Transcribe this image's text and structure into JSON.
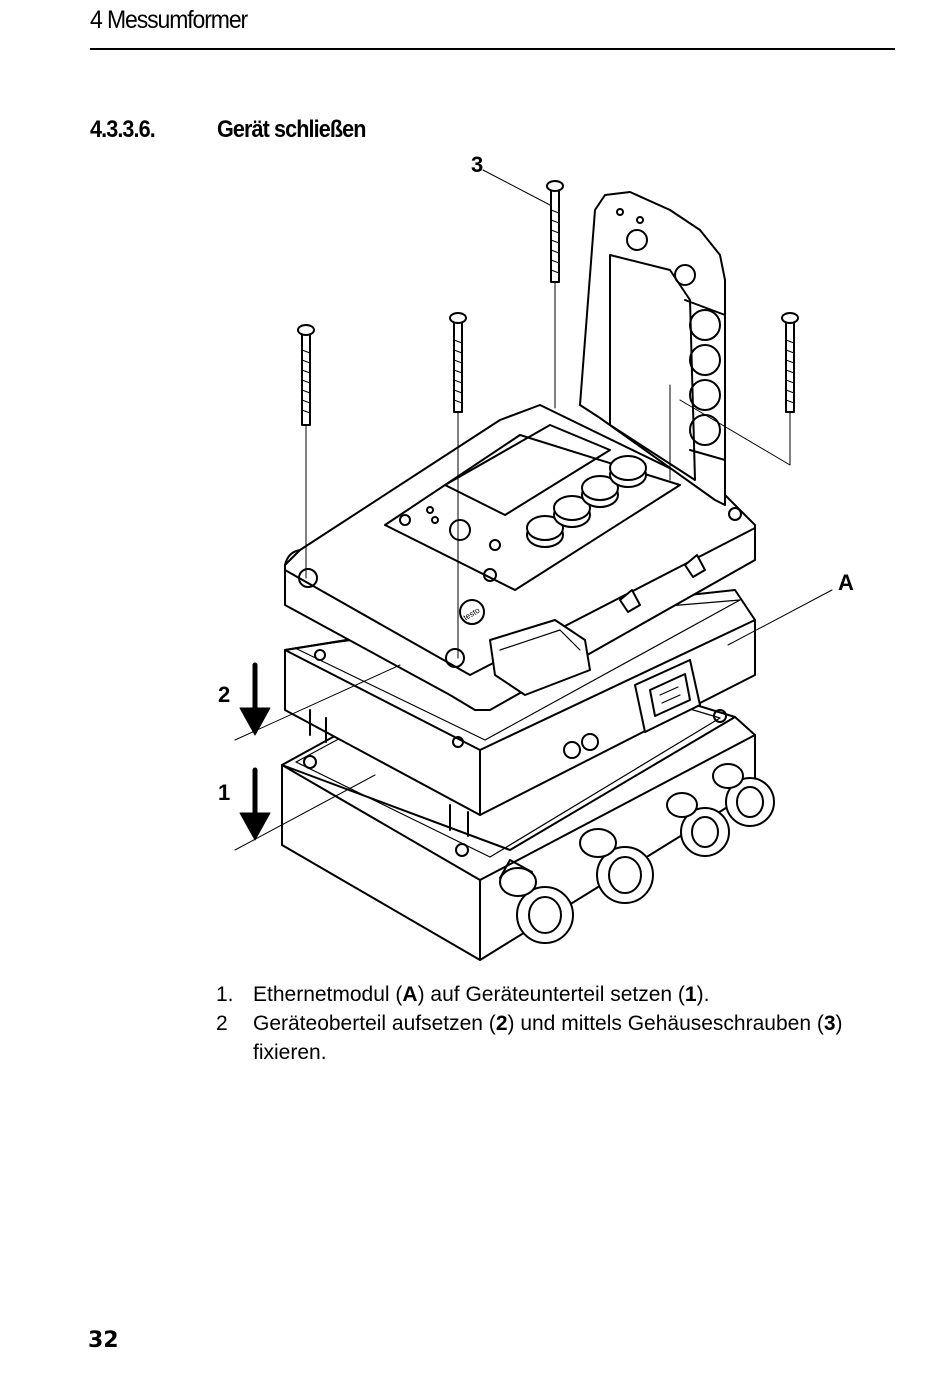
{
  "header": {
    "chapter": "4 Messumformer"
  },
  "section": {
    "number": "4.3.3.6.",
    "title": "Gerät schließen"
  },
  "figure": {
    "callouts": {
      "screws": "3",
      "module": "A",
      "top_arrow": "2",
      "bottom_arrow": "1"
    },
    "brand_mark": "testo"
  },
  "steps": [
    {
      "number": "1.",
      "parts": [
        "Ethernetmodul (",
        "A",
        ") auf Geräteunterteil setzen (",
        "1",
        ")."
      ]
    },
    {
      "number": "2",
      "parts": [
        "Geräteoberteil aufsetzen (",
        "2",
        ") und mittels Gehäuseschrauben (",
        "3",
        ") fixieren."
      ]
    }
  ],
  "page": {
    "number": "32"
  }
}
